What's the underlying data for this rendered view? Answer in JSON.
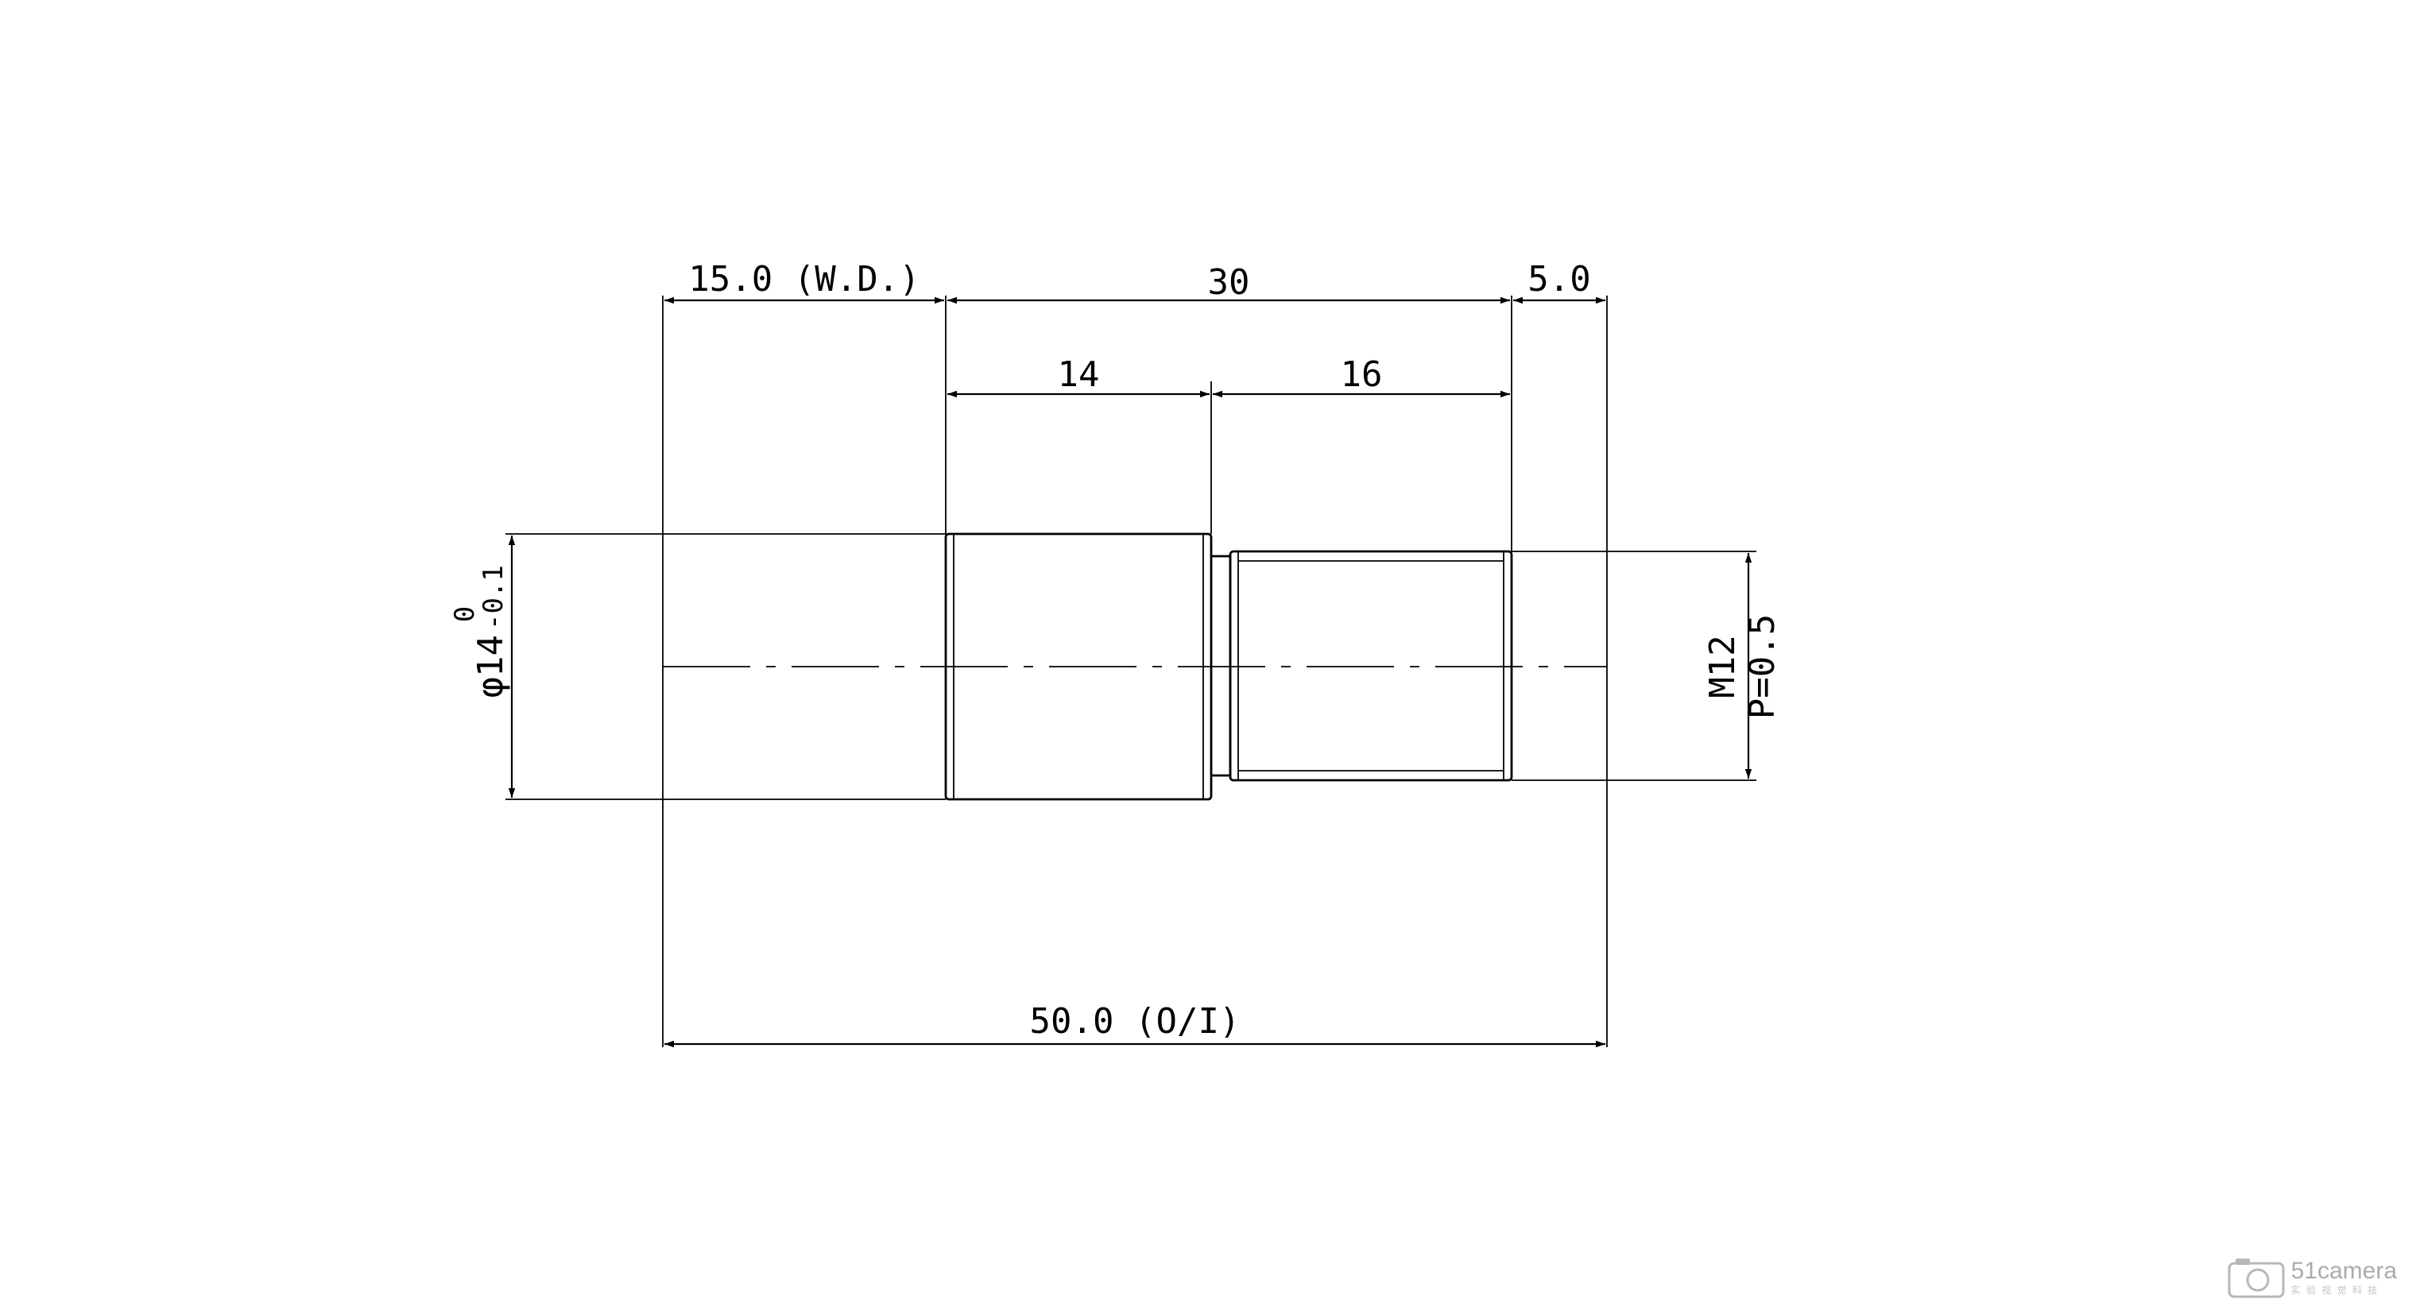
{
  "dimensions": {
    "working_distance": "15.0 (W.D.)",
    "body_length": "30",
    "barrel_length": "14",
    "thread_length": "16",
    "back_focus": "5.0",
    "object_to_image": "50.0 (O/I)",
    "diameter": "φ14",
    "diameter_tol_upper": "0",
    "diameter_tol_lower": "-0.1",
    "thread_size": "M12",
    "thread_pitch": "P=0.5"
  },
  "watermark": {
    "brand": "51camera",
    "sub": "实 验 视 觉 科 技"
  }
}
